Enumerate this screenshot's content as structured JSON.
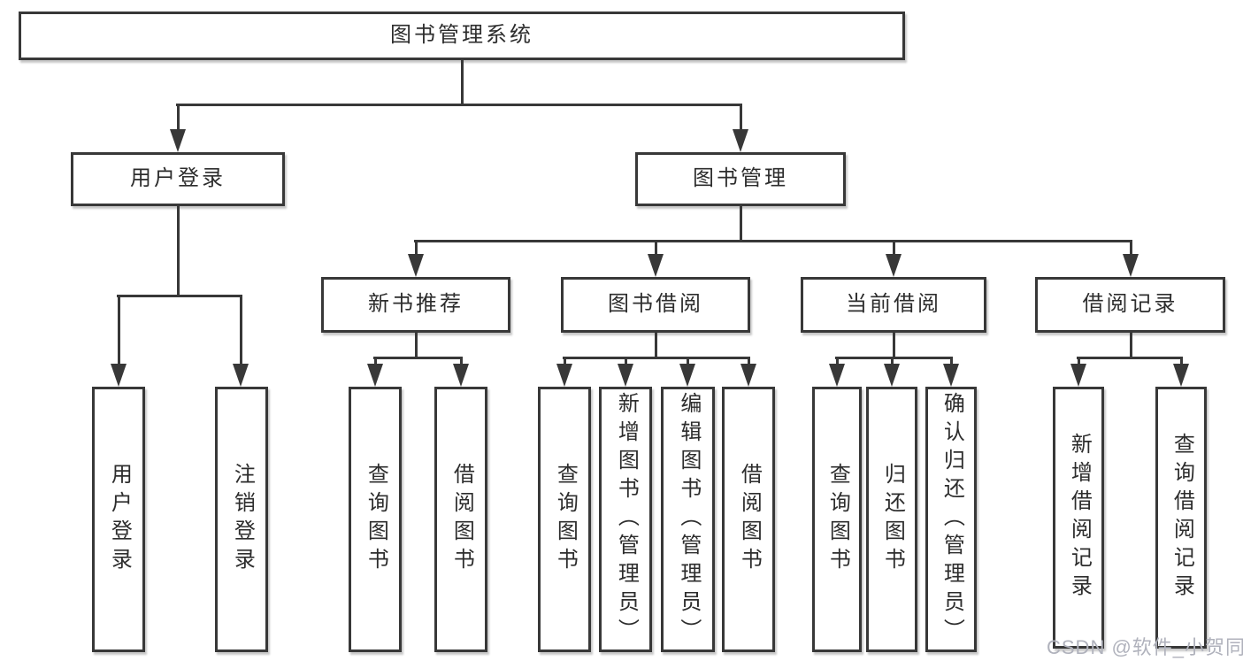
{
  "diagram": {
    "watermark": "CSDN @软件_小贺同学",
    "colors": {
      "line": "#383838",
      "text": "#2d2d2d",
      "box_background": "#ffffff",
      "page_background": "#ffffff",
      "watermark": "#b0b2bc"
    },
    "tree": {
      "label": "图书管理系统",
      "children": [
        {
          "label": "用户登录",
          "children": [
            {
              "label": "用户登录"
            },
            {
              "label": "注销登录"
            }
          ]
        },
        {
          "label": "图书管理",
          "children": [
            {
              "label": "新书推荐",
              "children": [
                {
                  "label": "查询图书"
                },
                {
                  "label": "借阅图书"
                }
              ]
            },
            {
              "label": "图书借阅",
              "children": [
                {
                  "label": "查询图书"
                },
                {
                  "label": "新增图书（管理员）"
                },
                {
                  "label": "编辑图书（管理员）"
                },
                {
                  "label": "借阅图书"
                }
              ]
            },
            {
              "label": "当前借阅",
              "children": [
                {
                  "label": "查询图书"
                },
                {
                  "label": "归还图书"
                },
                {
                  "label": "确认归还（管理员）"
                }
              ]
            },
            {
              "label": "借阅记录",
              "children": [
                {
                  "label": "新增借阅记录"
                },
                {
                  "label": "查询借阅记录"
                }
              ]
            }
          ]
        }
      ]
    }
  }
}
